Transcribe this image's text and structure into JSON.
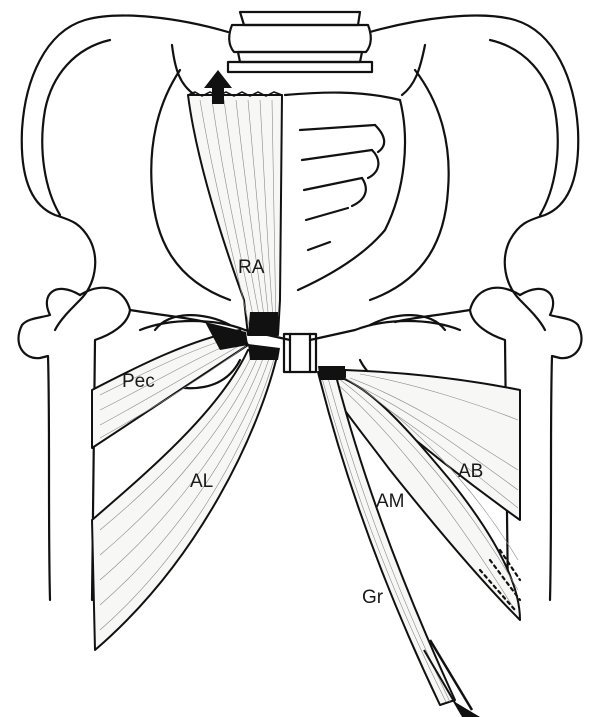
{
  "labels": {
    "rectus_abdominis": "RA",
    "pectineus": "Pec",
    "adductor_longus": "AL",
    "adductor_magnus": "AM",
    "adductor_brevis": "AB",
    "gracilis": "Gr"
  },
  "colors": {
    "line": "#111111",
    "muscle_fill": "#f7f7f5",
    "background": "#ffffff"
  },
  "icons": {
    "pull_direction": "arrow-up-icon",
    "distal_direction": "arrow-down-right-icon"
  }
}
